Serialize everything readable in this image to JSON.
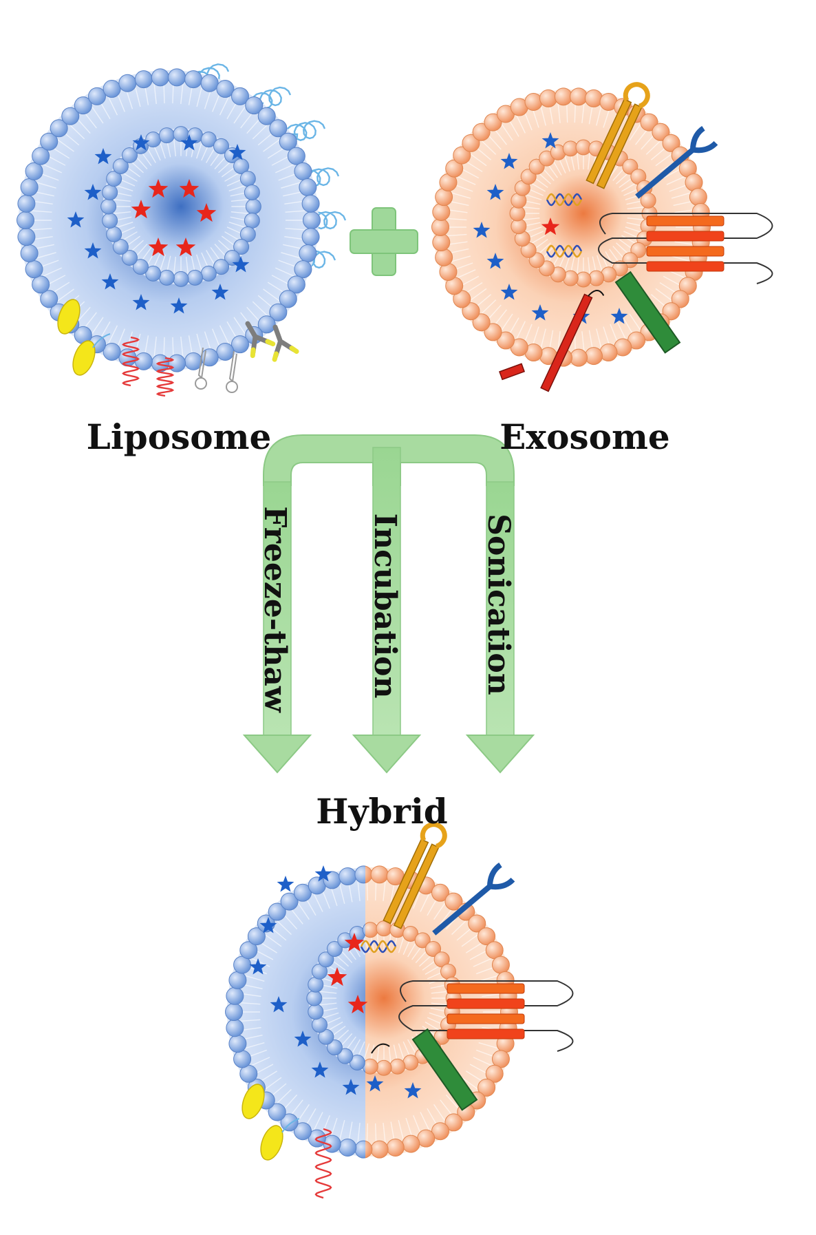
{
  "labels": {
    "liposome": "Liposome",
    "exosome": "Exosome",
    "hybrid": "Hybrid",
    "method_freeze": "Freeze-thaw",
    "method_incubation": "Incubation",
    "method_sonication": "Sonication"
  },
  "colors": {
    "liposome_head": "#8fb4e8",
    "liposome_core": "#5b87cf",
    "exosome_head": "#f6b98f",
    "exosome_core": "#f09462",
    "arrow": "#a8dba0",
    "plus": "#9fd89a",
    "star_blue": "#1e5fc8",
    "star_red": "#e8261b",
    "ligand_yellow": "#f4e61a",
    "peg_blue": "#6ab5e6",
    "peptide_red": "#e53a3a",
    "receptor_gold": "#e6a21a",
    "receptor_blue": "#1f5aa8",
    "transmembrane_orange": "#f46a1e",
    "protein_green": "#2f8c3a"
  },
  "icons": [
    "plus-icon",
    "star-icon",
    "receptor-icon",
    "dna-icon",
    "antibody-icon",
    "arrow-down-icon"
  ]
}
